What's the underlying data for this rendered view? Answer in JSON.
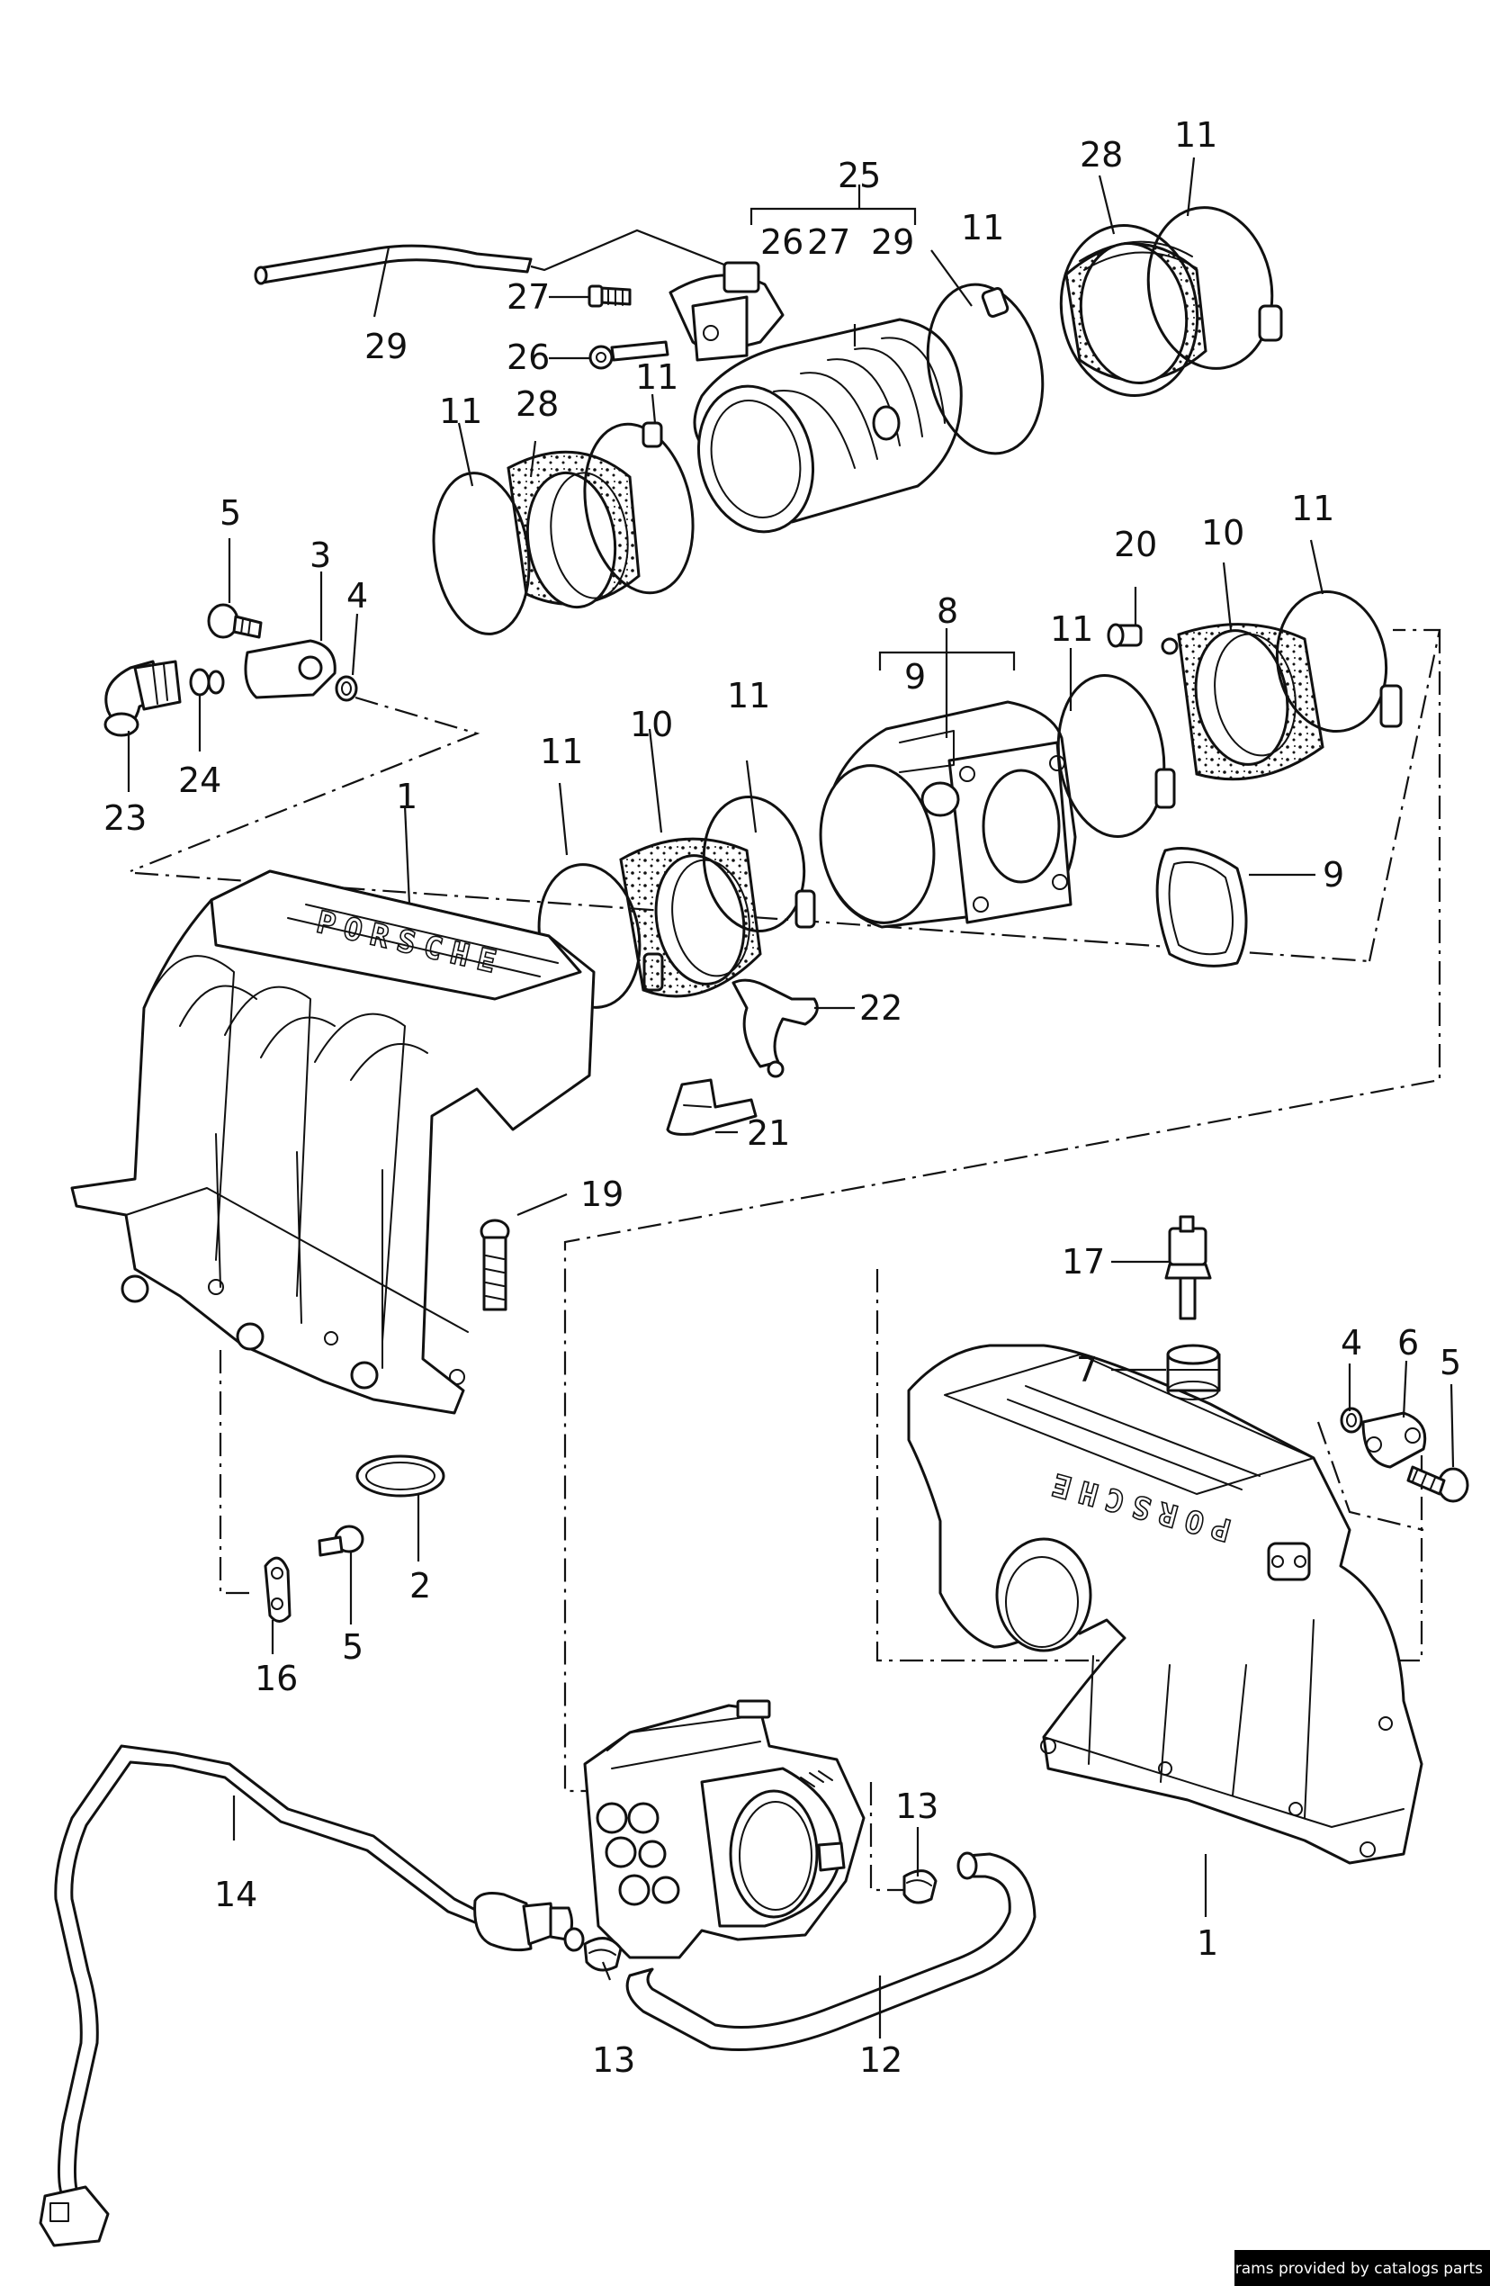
{
  "diagram": {
    "labels": {
      "p1a": "1",
      "p1b": "1",
      "p2": "2",
      "p3": "3",
      "p4a": "4",
      "p4b": "4",
      "p5a": "5",
      "p5b": "5",
      "p5c": "5",
      "p6": "6",
      "p7": "7",
      "p8": "8",
      "p9a": "9",
      "p9b": "9",
      "p10a": "10",
      "p10b": "10",
      "p11a": "11",
      "p11b": "11",
      "p11c": "11",
      "p11d": "11",
      "p11e": "11",
      "p11f": "11",
      "p11g": "11",
      "p11h": "11",
      "p12": "12",
      "p13a": "13",
      "p13b": "13",
      "p14": "14",
      "p16": "16",
      "p17": "17",
      "p19": "19",
      "p20": "20",
      "p21": "21",
      "p22": "22",
      "p23": "23",
      "p24": "24",
      "p25": "25",
      "p26a": "26",
      "p26b": "26",
      "p27a": "27",
      "p27b": "27",
      "p28a": "28",
      "p28b": "28",
      "p29a": "29",
      "p29b": "29"
    },
    "brand_text": "PORSCHE"
  },
  "footer": {
    "credit": "Diagrams provided by catalogs parts"
  }
}
